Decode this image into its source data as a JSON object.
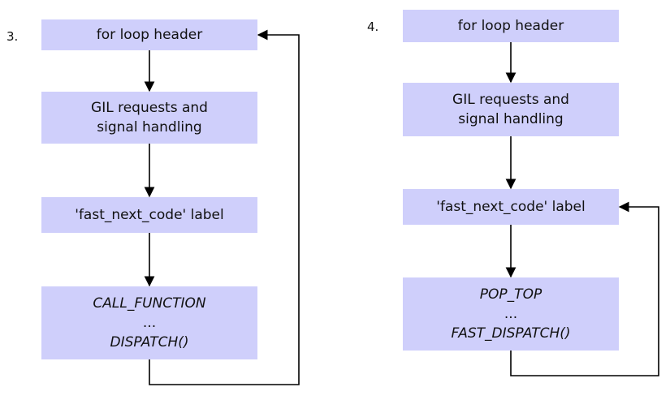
{
  "diagram3": {
    "number": "3.",
    "nodes": {
      "header": "for loop header",
      "gil_line1": "GIL requests and",
      "gil_line2": "signal handling",
      "label": "'fast_next_code' label",
      "op_line1": "CALL_FUNCTION",
      "op_line2": "...",
      "op_line3": "DISPATCH()"
    }
  },
  "diagram4": {
    "number": "4.",
    "nodes": {
      "header": "for loop header",
      "gil_line1": "GIL requests and",
      "gil_line2": "signal handling",
      "label": "'fast_next_code' label",
      "op_line1": "POP_TOP",
      "op_line2": "...",
      "op_line3": "FAST_DISPATCH()"
    }
  },
  "colors": {
    "node_fill": "#cfcffb",
    "edge": "#000000"
  }
}
